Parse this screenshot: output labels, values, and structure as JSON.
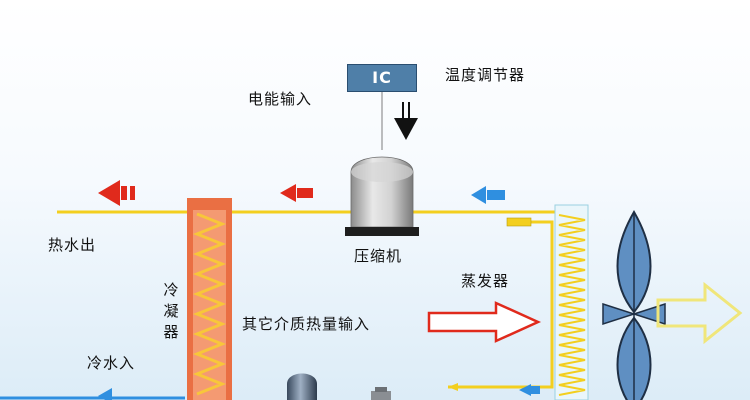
{
  "labels": {
    "ic": "IC",
    "thermostat": "温度调节器",
    "power_input": "电能输入",
    "compressor": "压缩机",
    "hot_water_out": "热水出",
    "evaporator": "蒸发器",
    "condenser": "冷凝器",
    "other_heat_input": "其它介质热量输入",
    "cold_water_in": "冷水入"
  },
  "colors": {
    "pipe": "#f3cf1f",
    "condenser_outer": "#ea6f43",
    "condenser_inner": "#f49a72",
    "coil_hot": "#f8c63a",
    "evaporator_fill": "#eaf6fb",
    "hot_arrow": "#e02a1c",
    "cold_arrow": "#2f8fe0",
    "ic_box": "#4f7fa8",
    "fan_blade": "#5f8fc2",
    "air_arrow": "#f0e67a"
  },
  "icons": {
    "power_arrow": "double-down-arrow-icon",
    "hot_flow": "red-left-arrow-icon",
    "cold_flow": "blue-left-arrow-icon",
    "heat_input": "red-outline-right-arrow-icon",
    "fan": "fan-icon",
    "air_out": "yellow-outline-right-arrow-icon"
  }
}
